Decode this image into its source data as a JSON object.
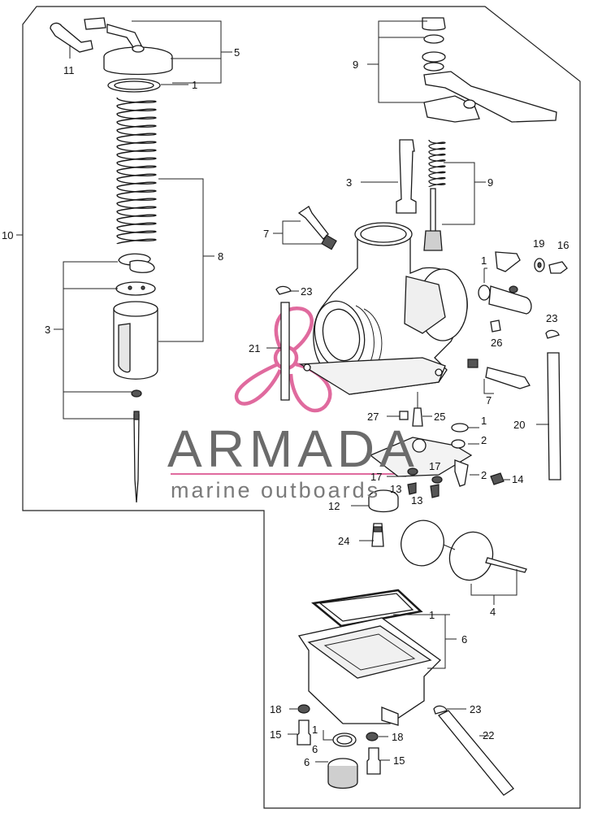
{
  "watermark": {
    "brand": "ARMADA",
    "subtitle": "marine outboards",
    "logo_color": "#e06a9e",
    "text_color": "#6b6b6b"
  },
  "callouts": [
    {
      "id": "c1",
      "text": "5"
    },
    {
      "id": "c2",
      "text": "1"
    },
    {
      "id": "c3",
      "text": "11"
    },
    {
      "id": "c4",
      "text": "9"
    },
    {
      "id": "c5",
      "text": "3"
    },
    {
      "id": "c6",
      "text": "9"
    },
    {
      "id": "c7",
      "text": "10"
    },
    {
      "id": "c8",
      "text": "7"
    },
    {
      "id": "c9",
      "text": "8"
    },
    {
      "id": "c10",
      "text": "23"
    },
    {
      "id": "c11",
      "text": "1"
    },
    {
      "id": "c12",
      "text": "19"
    },
    {
      "id": "c13",
      "text": "16"
    },
    {
      "id": "c14",
      "text": "3"
    },
    {
      "id": "c15",
      "text": "21"
    },
    {
      "id": "c16",
      "text": "26"
    },
    {
      "id": "c17",
      "text": "23"
    },
    {
      "id": "c18",
      "text": "7"
    },
    {
      "id": "c19",
      "text": "27"
    },
    {
      "id": "c20",
      "text": "25"
    },
    {
      "id": "c21",
      "text": "1"
    },
    {
      "id": "c22",
      "text": "2"
    },
    {
      "id": "c23",
      "text": "20"
    },
    {
      "id": "c24",
      "text": "17"
    },
    {
      "id": "c25",
      "text": "17"
    },
    {
      "id": "c26",
      "text": "2"
    },
    {
      "id": "c27",
      "text": "13"
    },
    {
      "id": "c28",
      "text": "13"
    },
    {
      "id": "c29",
      "text": "14"
    },
    {
      "id": "c30",
      "text": "12"
    },
    {
      "id": "c31",
      "text": "24"
    },
    {
      "id": "c32",
      "text": "4"
    },
    {
      "id": "c33",
      "text": "1"
    },
    {
      "id": "c34",
      "text": "6"
    },
    {
      "id": "c35",
      "text": "23"
    },
    {
      "id": "c36",
      "text": "22"
    },
    {
      "id": "c37",
      "text": "18"
    },
    {
      "id": "c38",
      "text": "15"
    },
    {
      "id": "c39",
      "text": "1"
    },
    {
      "id": "c40",
      "text": "6"
    },
    {
      "id": "c41",
      "text": "18"
    },
    {
      "id": "c42",
      "text": "6"
    },
    {
      "id": "c43",
      "text": "15"
    }
  ]
}
